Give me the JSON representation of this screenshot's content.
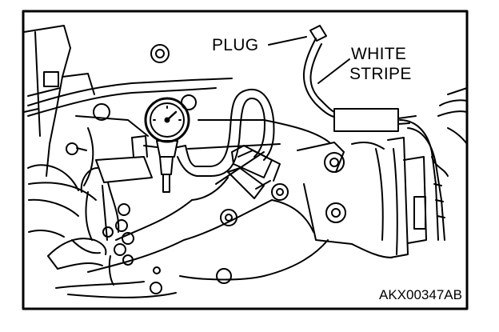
{
  "labels": {
    "plug": "PLUG",
    "white": "WHITE",
    "stripe": "STRIPE",
    "figure_code": "AKX00347AB"
  },
  "colors": {
    "ink": "#000000",
    "paper": "#ffffff"
  }
}
